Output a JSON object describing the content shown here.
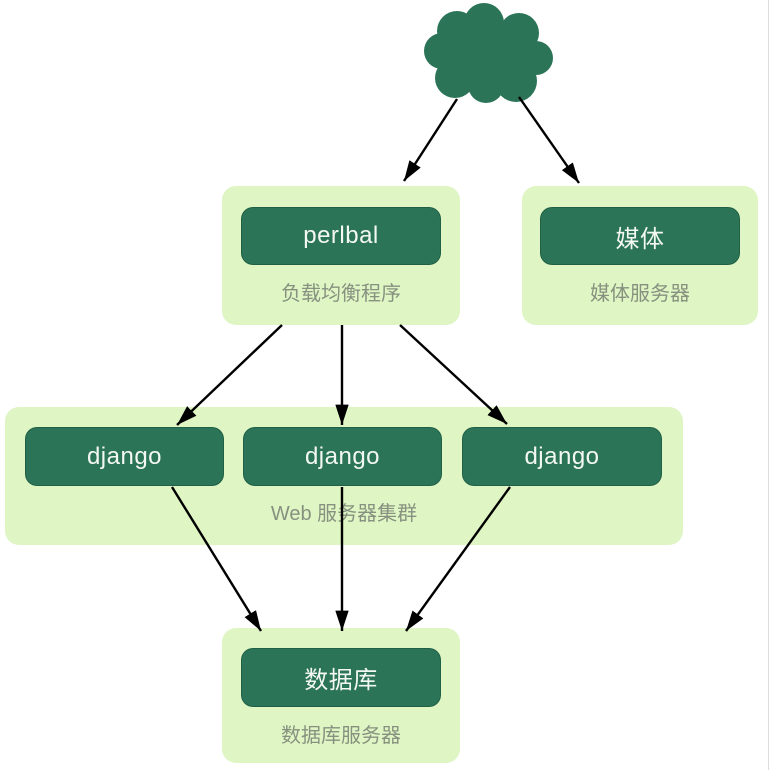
{
  "diagram_title": "django-deployment-architecture",
  "colors": {
    "page_bg": "#ffffff",
    "dark_green": "#2c7457",
    "light_green": "#dff6c4",
    "node_text": "#f3f8f3",
    "caption_text": "#86917f",
    "arrow_color": "#000000",
    "edge_line": "#dcdcdc"
  },
  "nodes": {
    "internet": {
      "icon": "cloud"
    },
    "loadbalancer": {
      "label": "perlbal",
      "caption": "负载均衡程序"
    },
    "media": {
      "label": "媒体",
      "caption": "媒体服务器"
    },
    "webcluster": {
      "instances": [
        "django",
        "django",
        "django"
      ],
      "caption": "Web 服务器集群"
    },
    "database": {
      "label": "数据库",
      "caption": "数据库服务器"
    }
  },
  "edges": [
    {
      "from": "internet-cloud",
      "to": "load-balancer"
    },
    {
      "from": "internet-cloud",
      "to": "media-server"
    },
    {
      "from": "load-balancer",
      "to": "django-1"
    },
    {
      "from": "load-balancer",
      "to": "django-2"
    },
    {
      "from": "load-balancer",
      "to": "django-3"
    },
    {
      "from": "django-1",
      "to": "database"
    },
    {
      "from": "django-2",
      "to": "database"
    },
    {
      "from": "django-3",
      "to": "database"
    }
  ]
}
